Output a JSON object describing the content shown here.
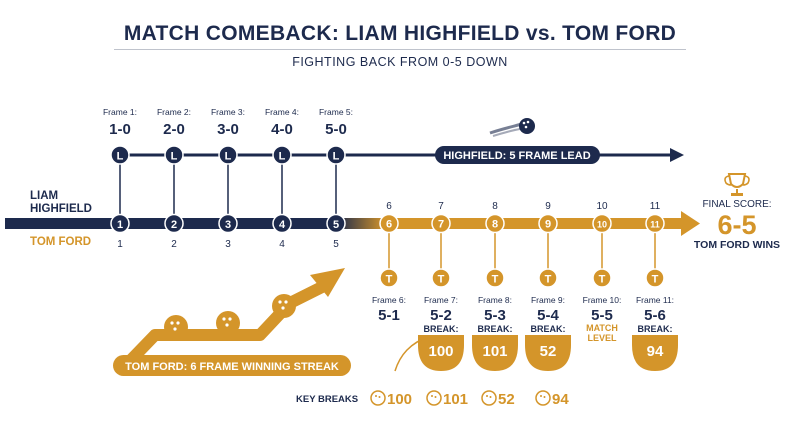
{
  "title": "MATCH COMEBACK: LIAM HIGHFIELD vs. TOM FORD",
  "subtitle": "FIGHTING BACK FROM 0-5 DOWN",
  "colors": {
    "navy": "#1d2a4d",
    "gold": "#d4952a",
    "white": "#ffffff"
  },
  "players": {
    "highfield": "LIAM\nHIGHFIELD",
    "highfield_line1": "LIAM",
    "highfield_line2": "HIGHFIELD",
    "ford": "TOM FORD"
  },
  "highfield_lead_label": "HIGHFIELD: 5 FRAME LEAD",
  "streak_label": "TOM FORD: 6 FRAME WINNING STREAK",
  "highfield_frames": [
    {
      "label": "Frame 1:",
      "score": "1-0",
      "marker": "L",
      "node": "1",
      "num": "1"
    },
    {
      "label": "Frame 2:",
      "score": "2-0",
      "marker": "L",
      "node": "2",
      "num": "2"
    },
    {
      "label": "Frame 3:",
      "score": "3-0",
      "marker": "L",
      "node": "3",
      "num": "3"
    },
    {
      "label": "Frame 4:",
      "score": "4-0",
      "marker": "L",
      "node": "4",
      "num": "4"
    },
    {
      "label": "Frame 5:",
      "score": "5-0",
      "marker": "L",
      "node": "5",
      "num": "5"
    }
  ],
  "ford_frames": [
    {
      "num": "6",
      "node": "6",
      "marker": "T",
      "label": "Frame 6:",
      "score": "5-1",
      "note_title": "",
      "note_value": ""
    },
    {
      "num": "7",
      "node": "7",
      "marker": "T",
      "label": "Frame 7:",
      "score": "5-2",
      "note_title": "BREAK:",
      "note_value": "100"
    },
    {
      "num": "8",
      "node": "8",
      "marker": "T",
      "label": "Frame 8:",
      "score": "5-3",
      "note_title": "BREAK:",
      "note_value": "101"
    },
    {
      "num": "9",
      "node": "9",
      "marker": "T",
      "label": "Frame 9:",
      "score": "5-4",
      "note_title": "BREAK:",
      "note_value": "52"
    },
    {
      "num": "10",
      "node": "10",
      "marker": "T",
      "label": "Frame 10:",
      "score": "5-5",
      "note_title": "MATCH\nLEVEL",
      "note_line1": "MATCH",
      "note_line2": "LEVEL",
      "note_value": ""
    },
    {
      "num": "11",
      "node": "11",
      "marker": "T",
      "label": "Frame 11:",
      "score": "5-6",
      "note_title": "BREAK:",
      "note_value": "94"
    }
  ],
  "final": {
    "label": "FINAL SCORE:",
    "score": "6-5",
    "winner": "TOM FORD WINS",
    "icon": "trophy-icon"
  },
  "key_breaks": {
    "label": "KEY BREAKS",
    "values": [
      "100",
      "101",
      "52",
      "94"
    ],
    "icon": "snooker-ball-icon"
  }
}
